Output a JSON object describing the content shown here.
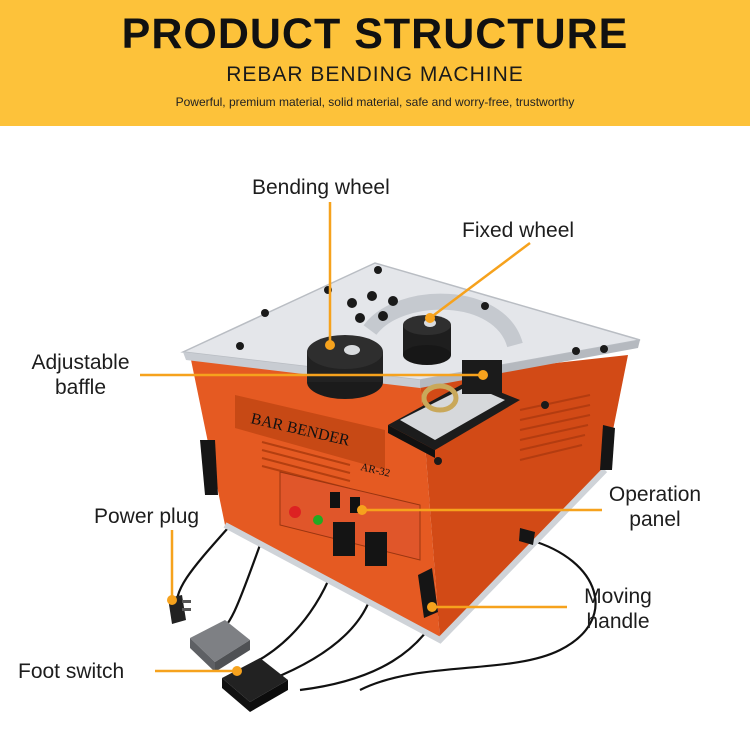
{
  "header": {
    "title": "PRODUCT STRUCTURE",
    "subtitle": "REBAR BENDING MACHINE",
    "tagline": "Powerful, premium material, solid material, safe and worry-free, trustworthy"
  },
  "machine": {
    "front_label": "BAR BENDER",
    "model": "AR-32"
  },
  "callouts": {
    "bending_wheel": "Bending wheel",
    "fixed_wheel": "Fixed wheel",
    "adjustable_baffle_1": "Adjustable",
    "adjustable_baffle_2": "baffle",
    "power_plug": "Power plug",
    "operation_panel_1": "Operation",
    "operation_panel_2": "panel",
    "moving_handle_1": "Moving",
    "moving_handle_2": "handle",
    "foot_switch": "Foot switch"
  },
  "colors": {
    "header_bg": "#fdc23a",
    "machine_body": "#e8551c",
    "callout_line": "#f6a21d",
    "top_plate": "#e4e6ea"
  }
}
